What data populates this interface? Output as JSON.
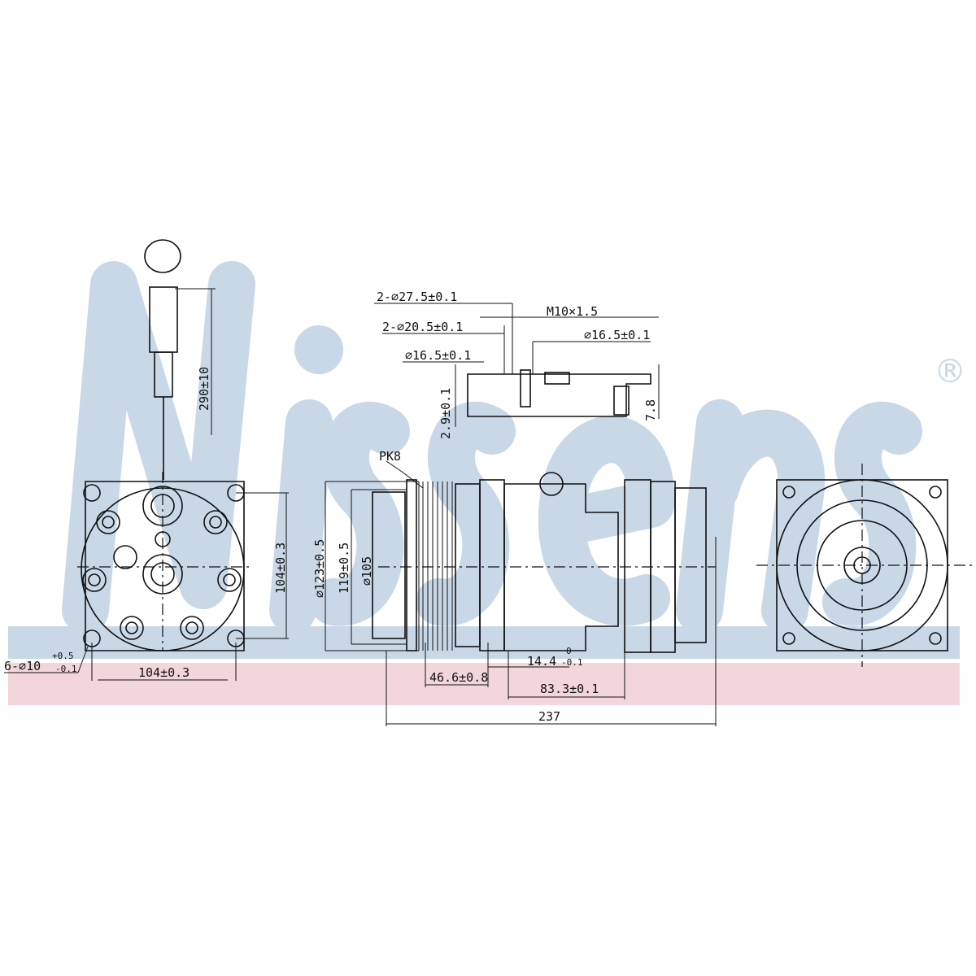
{
  "watermark": {
    "brand": "Nissens",
    "registered": "®",
    "color_blue": "#c8d8e6",
    "color_pink": "#f2d6dc"
  },
  "labels": {
    "port_outer": "2-⌀27.5±0.1",
    "port_inner": "2-⌀20.5±0.1",
    "thread": "M10×1.5",
    "bore_right": "⌀16.5±0.1",
    "bore_left": "⌀16.5±0.1",
    "depth": "2.9±0.1",
    "height": "7.8",
    "cable": "290±10",
    "pulley": "PK8",
    "d123": "⌀123±0.5",
    "d119": "119±0.5",
    "d105": "⌀105",
    "bolt_v": "104±0.3",
    "bolt_h": "104±0.3",
    "holes": "6-⌀10",
    "holes_tol_up": "+0.5",
    "holes_tol_dn": "-0.1",
    "l46": "46.6±0.8",
    "l14": "14.4",
    "l14_tol_up": "0",
    "l14_tol_dn": "-0.1",
    "l83": "83.3±0.1",
    "l237": "237"
  }
}
